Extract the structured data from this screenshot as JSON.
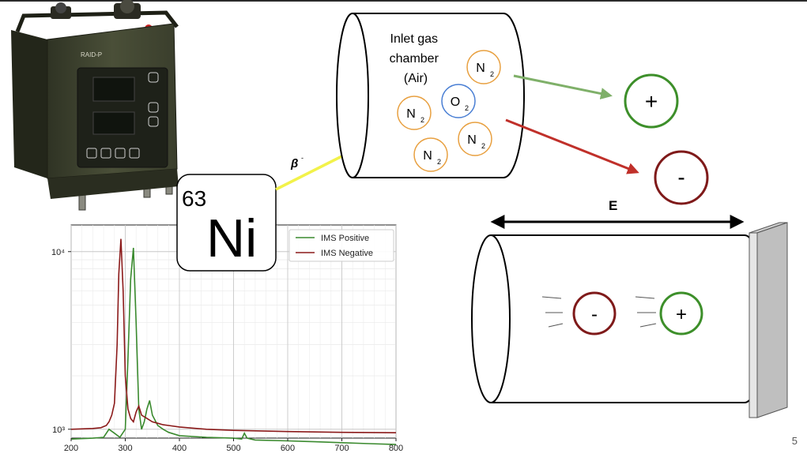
{
  "slide": {
    "page_number": "5"
  },
  "device": {
    "model_label": "RAID-P"
  },
  "isotope": {
    "mass_number": "63",
    "symbol": "Ni"
  },
  "beta_label": "β",
  "beta_sup": "-",
  "chamber": {
    "title_lines": [
      "Inlet gas",
      "chamber",
      "(Air)"
    ],
    "molecules": [
      {
        "main": "N",
        "sub": "2",
        "color": "#e8a040"
      },
      {
        "main": "O",
        "sub": "2",
        "color": "#4a7fd4"
      },
      {
        "main": "N",
        "sub": "2",
        "color": "#e8a040"
      },
      {
        "main": "N",
        "sub": "2",
        "color": "#e8a040"
      },
      {
        "main": "N",
        "sub": "2",
        "color": "#e8a040"
      }
    ]
  },
  "ions": {
    "positive": "+",
    "negative": "-"
  },
  "field_label": "E",
  "colors": {
    "positive": "#3d8f2a",
    "negative": "#7f1a1a",
    "beta_arrow": "#f2f24a",
    "green_arrow": "#7fb069",
    "red_arrow": "#c0302a"
  },
  "chart_data": {
    "type": "line",
    "x_ticks": [
      "200",
      "300",
      "400",
      "500",
      "600",
      "700",
      "800"
    ],
    "y_ticks": [
      "10⁴",
      "10³"
    ],
    "xlim": [
      200,
      800
    ],
    "ylim_log10": [
      2.95,
      4.15
    ],
    "y_scale": "log",
    "grid": true,
    "legend_position": "top-right",
    "series": [
      {
        "name": "IMS Positive",
        "color": "#3a8a2e",
        "x": [
          200,
          240,
          260,
          270,
          280,
          290,
          300,
          305,
          310,
          315,
          320,
          325,
          330,
          335,
          340,
          345,
          350,
          360,
          370,
          380,
          400,
          450,
          500,
          515,
          520,
          525,
          540,
          600,
          650,
          700,
          750,
          800
        ],
        "y": [
          880,
          890,
          900,
          1000,
          950,
          900,
          1000,
          2500,
          7000,
          10500,
          4000,
          1300,
          1000,
          1100,
          1300,
          1450,
          1200,
          1050,
          1000,
          960,
          920,
          900,
          890,
          880,
          950,
          890,
          870,
          860,
          850,
          840,
          830,
          820
        ]
      },
      {
        "name": "IMS Negative",
        "color": "#8b1a1a",
        "x": [
          200,
          240,
          255,
          265,
          270,
          275,
          280,
          285,
          288,
          292,
          296,
          300,
          305,
          310,
          315,
          320,
          325,
          330,
          340,
          350,
          360,
          370,
          380,
          400,
          450,
          500,
          600,
          700,
          800
        ],
        "y": [
          1000,
          1010,
          1020,
          1050,
          1100,
          1200,
          1400,
          3000,
          7500,
          11800,
          6000,
          2000,
          1300,
          1150,
          1100,
          1250,
          1350,
          1200,
          1150,
          1100,
          1080,
          1060,
          1050,
          1030,
          1000,
          985,
          970,
          960,
          955
        ]
      }
    ]
  }
}
